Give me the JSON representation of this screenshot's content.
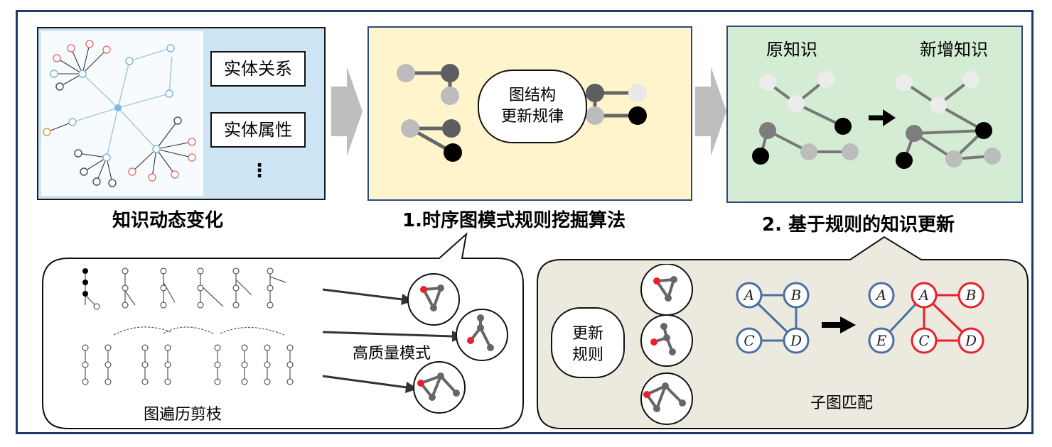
{
  "panel1": {
    "label_relation": "实体关系",
    "label_attribute": "实体属性",
    "more": "⋮",
    "caption": "知识动态变化"
  },
  "panel2": {
    "bubble": "图结构\n更新规律",
    "caption": "1.时序图模式规则挖掘算法"
  },
  "panel3": {
    "old_knowledge": "原知识",
    "new_knowledge": "新增知识",
    "caption": "2. 基于规则的知识更新"
  },
  "callout_left": {
    "high_quality": "高质量模式",
    "pruning": "图遍历剪枝"
  },
  "callout_right": {
    "update_rule": "更新\n规则",
    "subgraph_match": "子图匹配",
    "graph_left_nodes": [
      "A",
      "B",
      "C",
      "D"
    ],
    "graph_right_nodes": [
      "A",
      "E",
      "A",
      "B",
      "C",
      "D"
    ]
  },
  "colors": {
    "frame": "#1f3a68",
    "panel_blue": "#cde4f4",
    "panel_yellow": "#fff4cc",
    "panel_green": "#d3ecd3",
    "callout_fill_right": "#eceade",
    "graph_blue": "#4a6fa5",
    "graph_red": "#e8202a",
    "arrow_gray": "#bdbdbd"
  }
}
